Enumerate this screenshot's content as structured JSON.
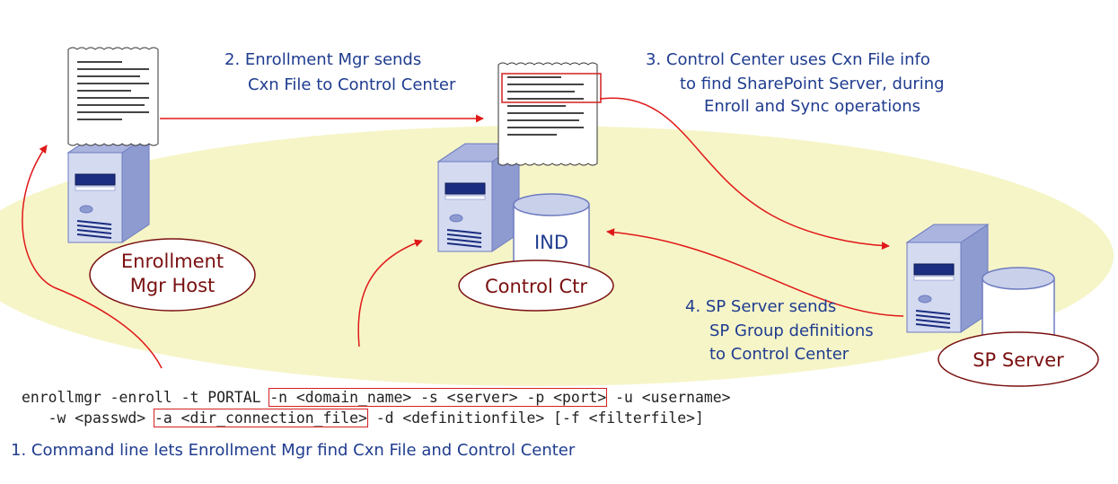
{
  "step2": [
    "2. Enrollment Mgr sends",
    "Cxn File to Control Center"
  ],
  "step3": [
    "3. Control Center uses Cxn File info",
    "to find SharePoint Server, during",
    "Enroll and Sync operations"
  ],
  "step4": [
    "4. SP Server sends",
    "SP Group definitions",
    "to Control Center"
  ],
  "nodes": {
    "enrollment_host": [
      "Enrollment",
      "Mgr Host"
    ],
    "control_ctr": "Control Ctr",
    "ind": "IND",
    "sp_server": "SP Server"
  },
  "command": {
    "line1_a": "enrollmgr -enroll -t PORTAL ",
    "line1_hl": "-n <domain_name> -s <server> -p <port>",
    "line1_b": " -u <username>",
    "line2_a": "   -w <passwd> ",
    "line2_hl": "-a <dir_connection_file>",
    "line2_b": " -d <definitionfile> [-f <filterfile>]"
  },
  "step1": "1. Command line lets Enrollment Mgr find Cxn File and Control Center",
  "colors": {
    "label_blue": "#1f3c8f",
    "arrow_red": "#e01818",
    "oval_text": "#7a1010",
    "ellipse_fill": "#f6f5c8",
    "server_light": "#c9d0ea",
    "server_mid": "#8e9bd1",
    "server_dark": "#6d7bc0"
  }
}
